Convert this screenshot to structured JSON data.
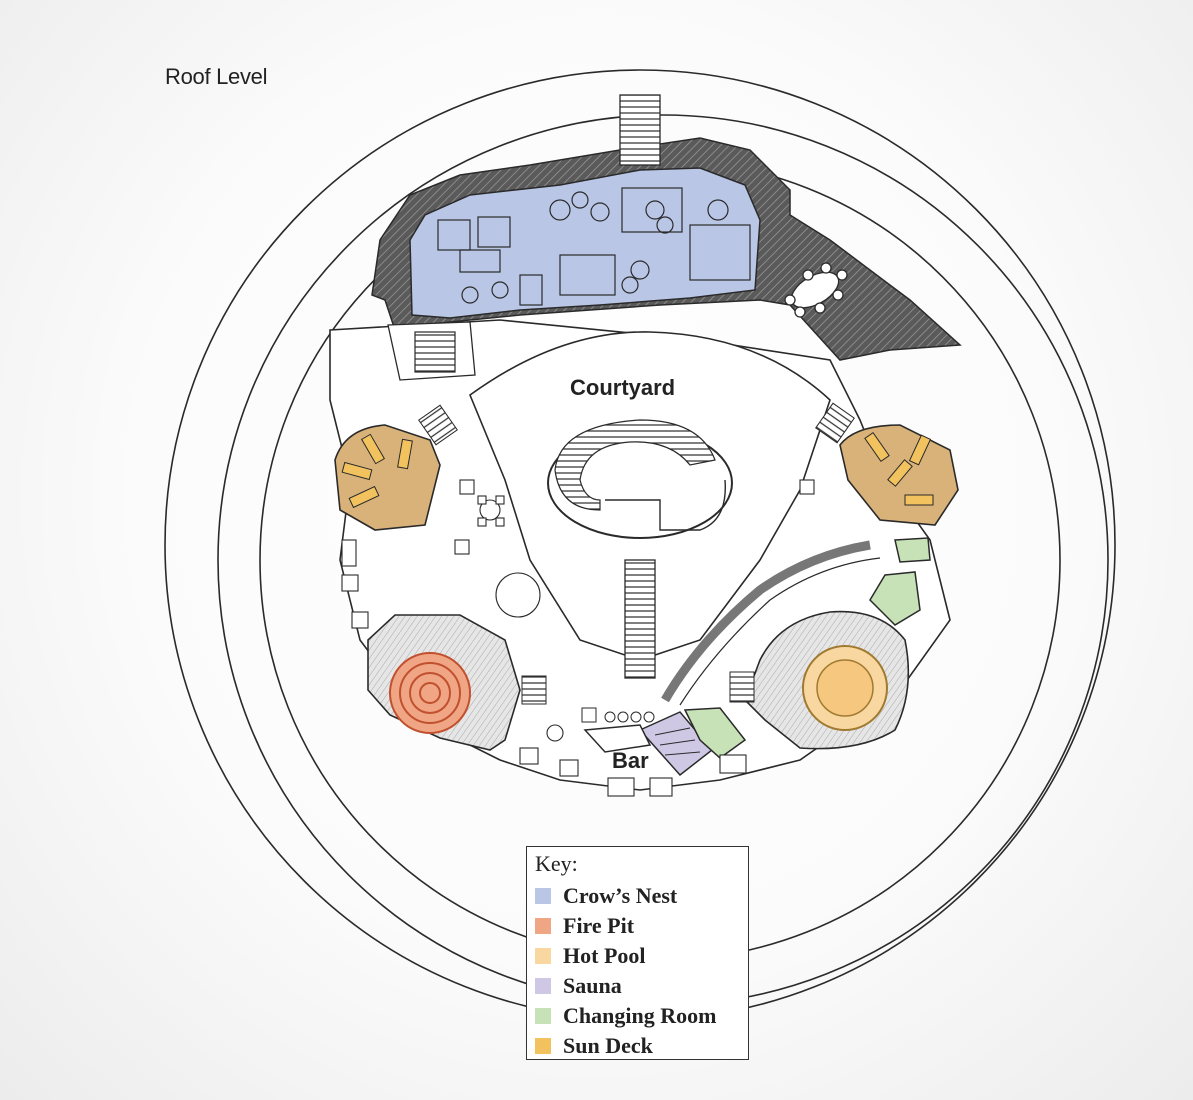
{
  "title": "Roof Level",
  "labels": {
    "courtyard": "Courtyard",
    "bar": "Bar"
  },
  "key": {
    "heading": "Key:",
    "items": [
      {
        "label": "Crow’s Nest",
        "color": "#b9c6e6"
      },
      {
        "label": "Fire Pit",
        "color": "#f0a585"
      },
      {
        "label": "Hot Pool",
        "color": "#f8d7a0"
      },
      {
        "label": "Sauna",
        "color": "#cfc8e4"
      },
      {
        "label": "Changing Room",
        "color": "#c8e2b8"
      },
      {
        "label": "Sun Deck",
        "color": "#f1c25e"
      }
    ]
  },
  "colors": {
    "line": "#2a2a2a",
    "roof_hatch": "#4a4a4a",
    "sundeck_fill": "#d9b27a",
    "firepit_fill": "#f0a585",
    "hotpool_fill": "#f8d7a0",
    "sauna_fill": "#cfc8e4",
    "changing_fill": "#c8e2b8",
    "crows_nest_fill": "#b9c6e6"
  }
}
